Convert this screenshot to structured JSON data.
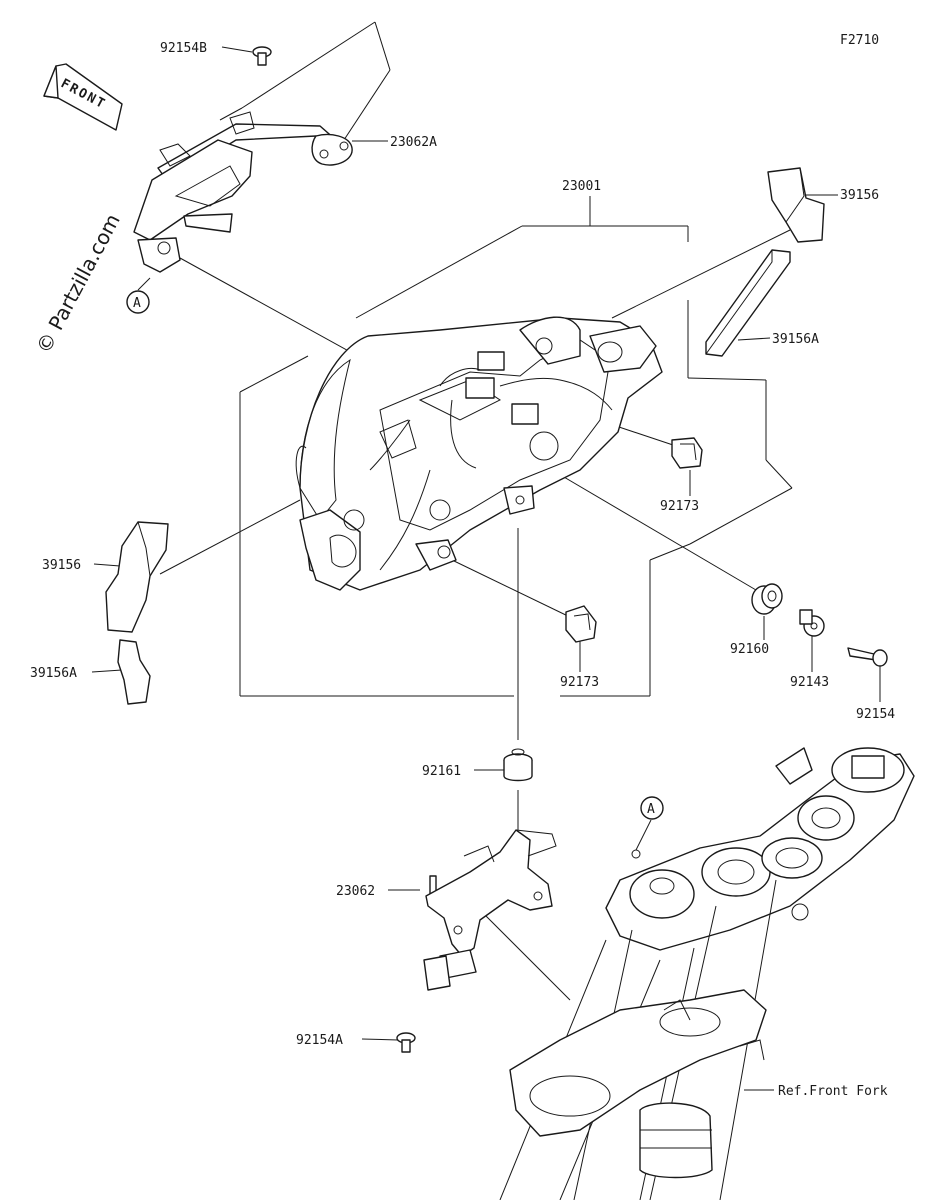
{
  "figure_code": "F2710",
  "watermark": "© Partzilla.com",
  "front_marker": "FRONT",
  "reference_marker": "A",
  "parts": {
    "p92154B": "92154B",
    "p23062A": "23062A",
    "p23001": "23001",
    "p39156_right": "39156",
    "p39156A_right": "39156A",
    "p39156_left": "39156",
    "p39156A_left": "39156A",
    "p92173_upper": "92173",
    "p92173_lower": "92173",
    "p92160": "92160",
    "p92143": "92143",
    "p92154": "92154",
    "p92161": "92161",
    "p23062": "23062",
    "p92154A": "92154A",
    "ref_front_fork": "Ref.Front Fork"
  }
}
